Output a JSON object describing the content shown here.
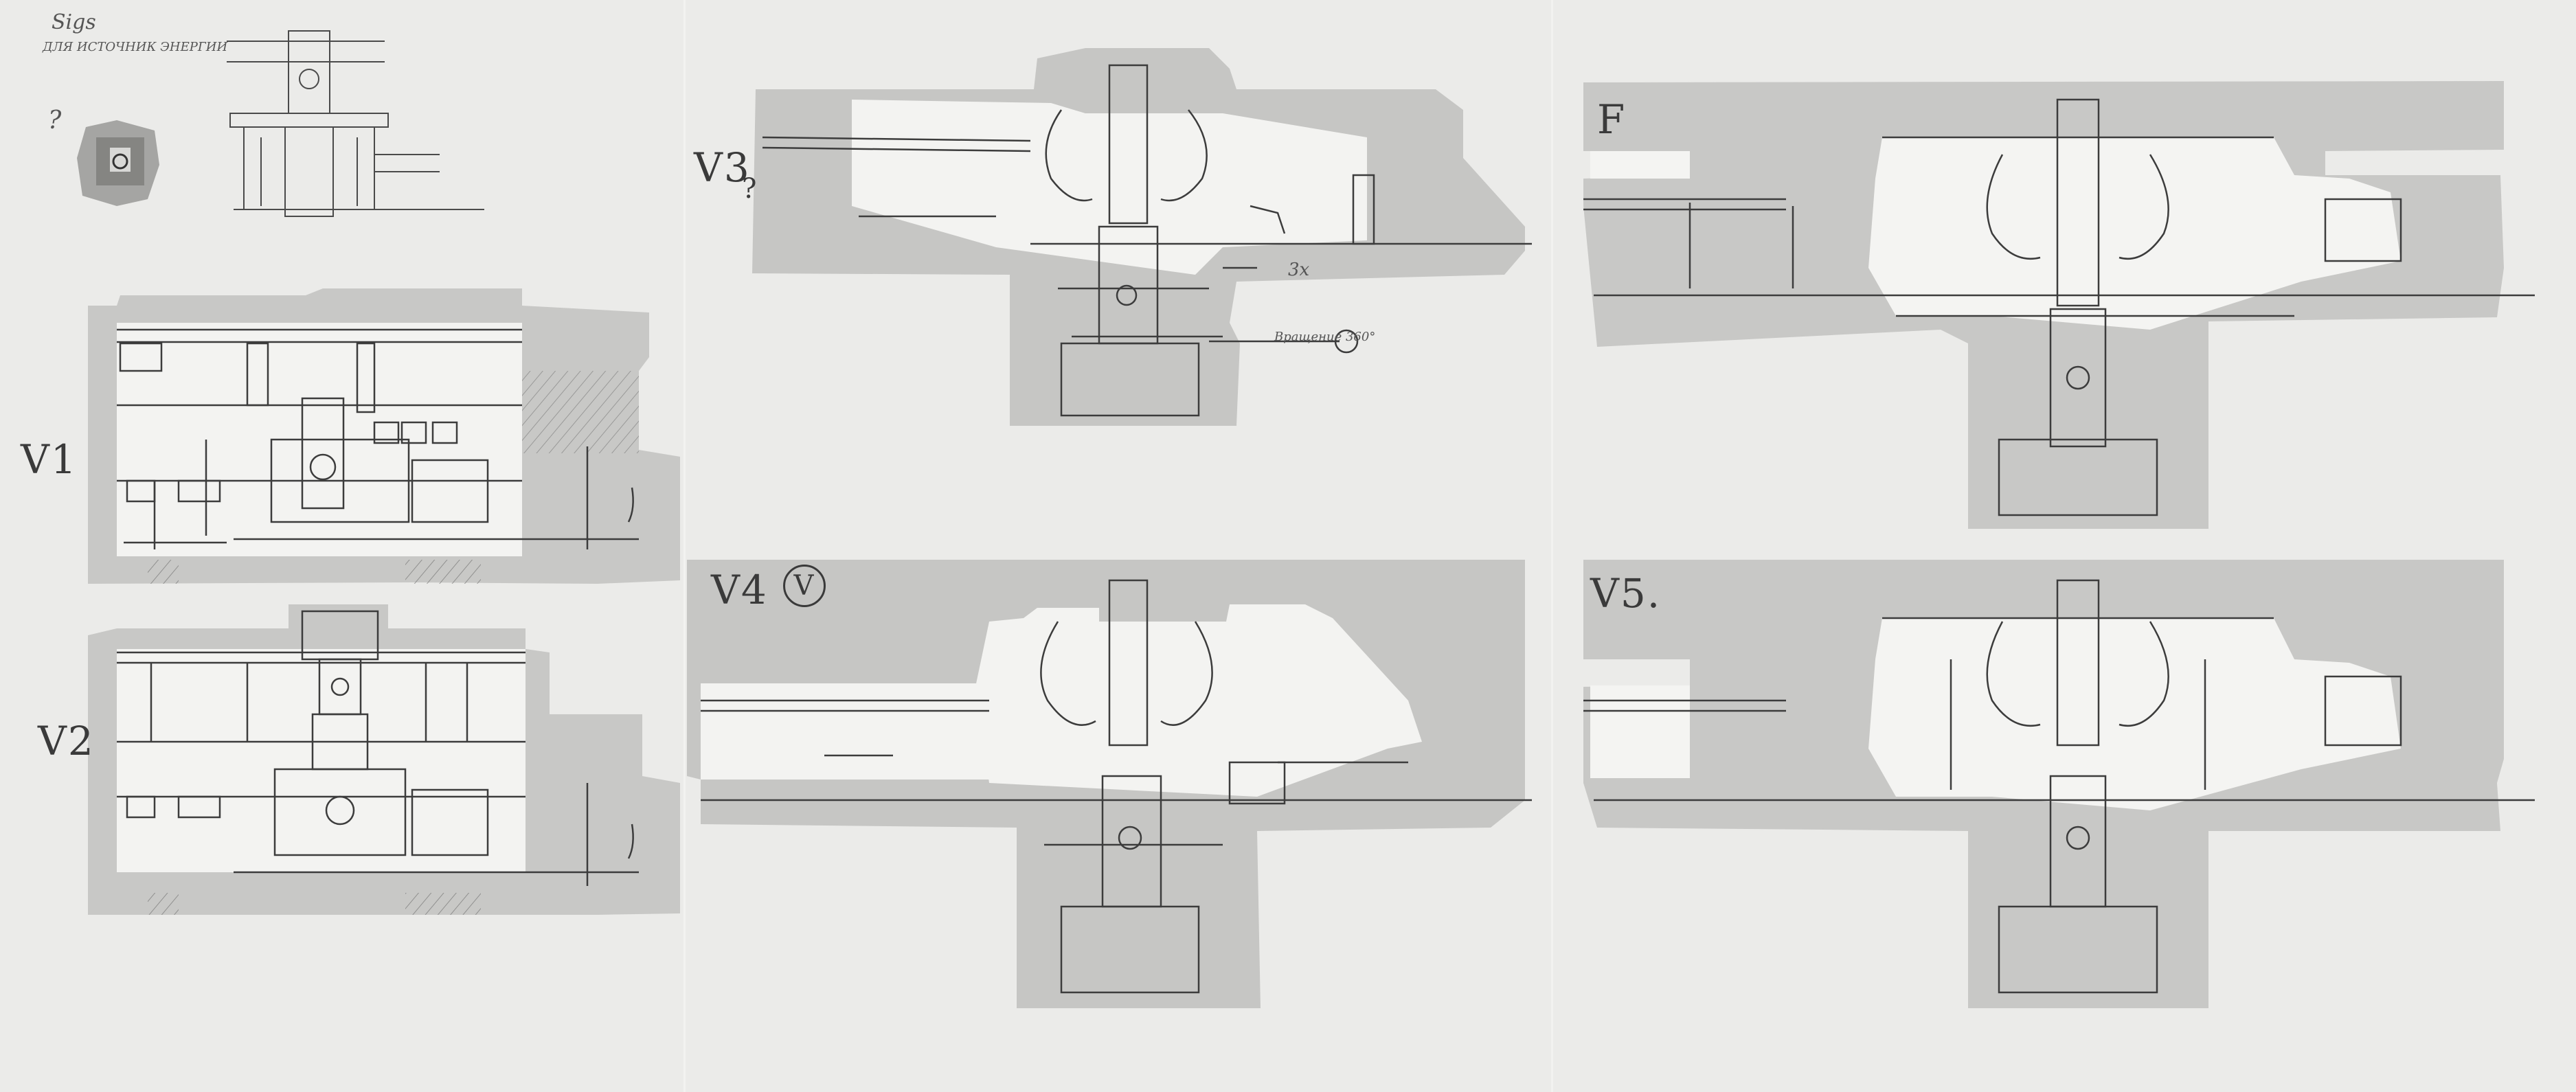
{
  "board": {
    "notes": {
      "top_left_line1": "Sigs",
      "top_left_line2": "ДЛЯ ИСТОЧНИК ЭНЕРГИИ"
    },
    "labels": {
      "v1": "V1",
      "v2": "V2",
      "v3": "V3",
      "v3_mark": "?",
      "v4": "V4",
      "v4_mark": "V",
      "v5": "V5.",
      "final": "F",
      "side_q": "?"
    },
    "annotations": {
      "v3_arrow": "3x",
      "v3_rotate": "Вращение 360°"
    }
  },
  "colors": {
    "paper": "#ebebe9",
    "shade": "#c4c4c2",
    "shade_dark": "#a9a9a7",
    "light_fill": "#f4f4f2",
    "ink": "#3c3c3c"
  }
}
